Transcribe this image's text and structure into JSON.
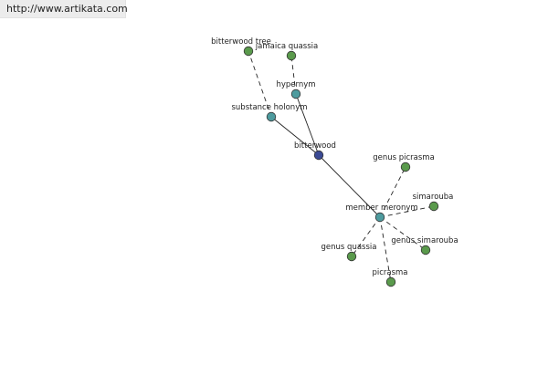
{
  "header": {
    "url": "http://www.artikata.com"
  },
  "colors": {
    "center": "#3b4a94",
    "relation": "#4e9b9e",
    "leaf": "#5a9a4c",
    "outline": "#333333",
    "edge": "#222222"
  },
  "graph": {
    "nodes": [
      {
        "id": "bitterwood",
        "label": "bitterwood",
        "kind": "center"
      },
      {
        "id": "hypernym",
        "label": "hypernym",
        "kind": "relation"
      },
      {
        "id": "substance-holonym",
        "label": "substance holonym",
        "kind": "relation"
      },
      {
        "id": "member-meronym",
        "label": "member meronym",
        "kind": "relation"
      },
      {
        "id": "bitterwood-tree",
        "label": "bitterwood tree",
        "kind": "leaf"
      },
      {
        "id": "jamaica-quassia",
        "label": "jamaica quassia",
        "kind": "leaf"
      },
      {
        "id": "genus-picrasma",
        "label": "genus picrasma",
        "kind": "leaf"
      },
      {
        "id": "simarouba",
        "label": "simarouba",
        "kind": "leaf"
      },
      {
        "id": "genus-simarouba",
        "label": "genus simarouba",
        "kind": "leaf"
      },
      {
        "id": "genus-quassia",
        "label": "genus quassia",
        "kind": "leaf"
      },
      {
        "id": "picrasma",
        "label": "picrasma",
        "kind": "leaf"
      }
    ],
    "edges": [
      {
        "from": "bitterwood",
        "to": "hypernym",
        "style": "solid"
      },
      {
        "from": "bitterwood",
        "to": "substance-holonym",
        "style": "solid"
      },
      {
        "from": "bitterwood",
        "to": "member-meronym",
        "style": "solid"
      },
      {
        "from": "substance-holonym",
        "to": "bitterwood-tree",
        "style": "dashed"
      },
      {
        "from": "hypernym",
        "to": "jamaica-quassia",
        "style": "dashed"
      },
      {
        "from": "member-meronym",
        "to": "genus-picrasma",
        "style": "dashed"
      },
      {
        "from": "member-meronym",
        "to": "simarouba",
        "style": "dashed"
      },
      {
        "from": "member-meronym",
        "to": "genus-simarouba",
        "style": "dashed"
      },
      {
        "from": "member-meronym",
        "to": "genus-quassia",
        "style": "dashed"
      },
      {
        "from": "member-meronym",
        "to": "picrasma",
        "style": "dashed"
      }
    ]
  }
}
